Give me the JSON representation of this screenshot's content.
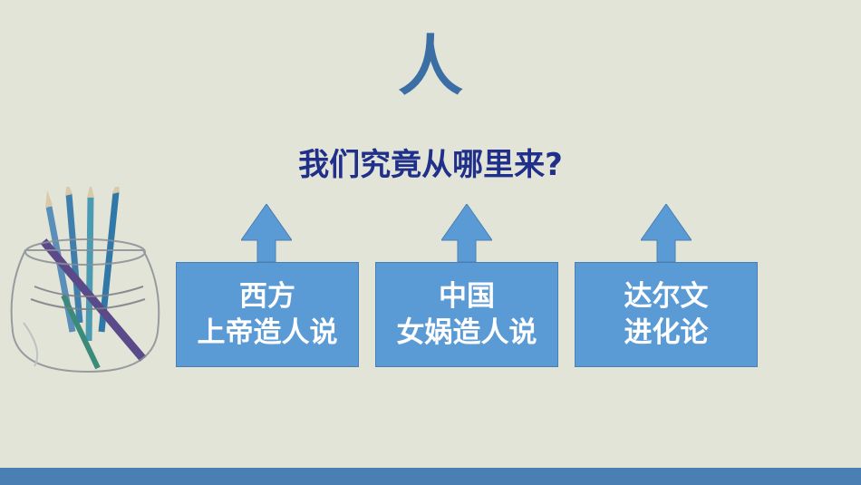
{
  "slide": {
    "title": "人",
    "subtitle": "我们究竟从哪里来?",
    "boxes": [
      {
        "line1": "西方",
        "line2": "上帝造人说"
      },
      {
        "line1": "中国",
        "line2": "女娲造人说"
      },
      {
        "line1": "达尔文",
        "line2": "进化论"
      }
    ]
  },
  "colors": {
    "background": "#e1e4d6",
    "accent": "#5b9bd5",
    "title": "#3a6ea5",
    "subtitle": "#1f2f8a",
    "bar": "#4a7fb3"
  },
  "images": {
    "illustration": "pencils-in-glass-jar"
  }
}
